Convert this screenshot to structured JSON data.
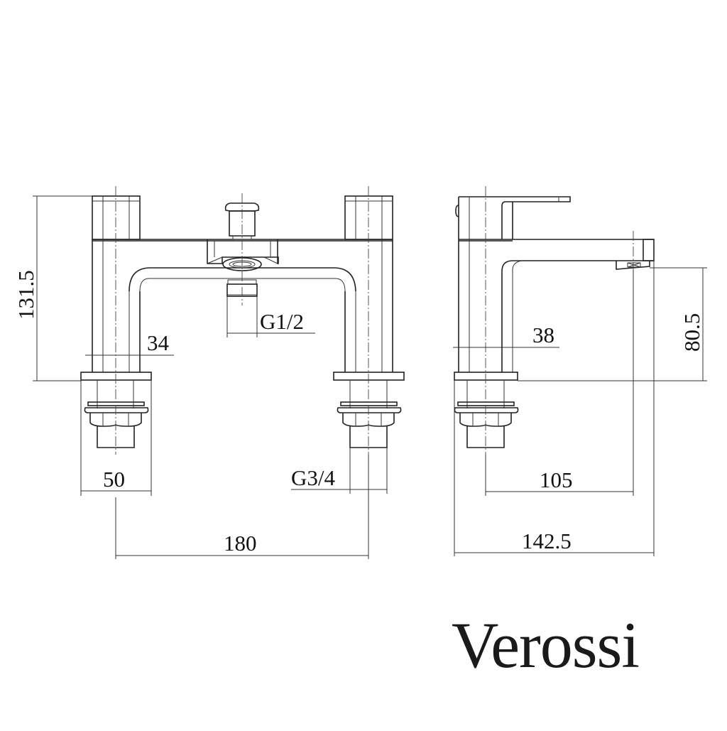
{
  "drawing": {
    "subject": "Bath filler tap technical drawing",
    "views": [
      {
        "name": "front-view"
      },
      {
        "name": "side-view"
      }
    ]
  },
  "dimensions": {
    "overall_height": "131.5",
    "pillar_width": "34",
    "outlet_thread": "G1/2",
    "base_flange": "50",
    "inlet_thread": "G3/4",
    "centres": "180",
    "side_pillar_width": "38",
    "spout_height": "80.5",
    "spout_reach": "105",
    "overall_depth": "142.5"
  },
  "brand": {
    "name": "Verossi"
  },
  "colors": {
    "line": "#222222",
    "background": "#ffffff"
  }
}
